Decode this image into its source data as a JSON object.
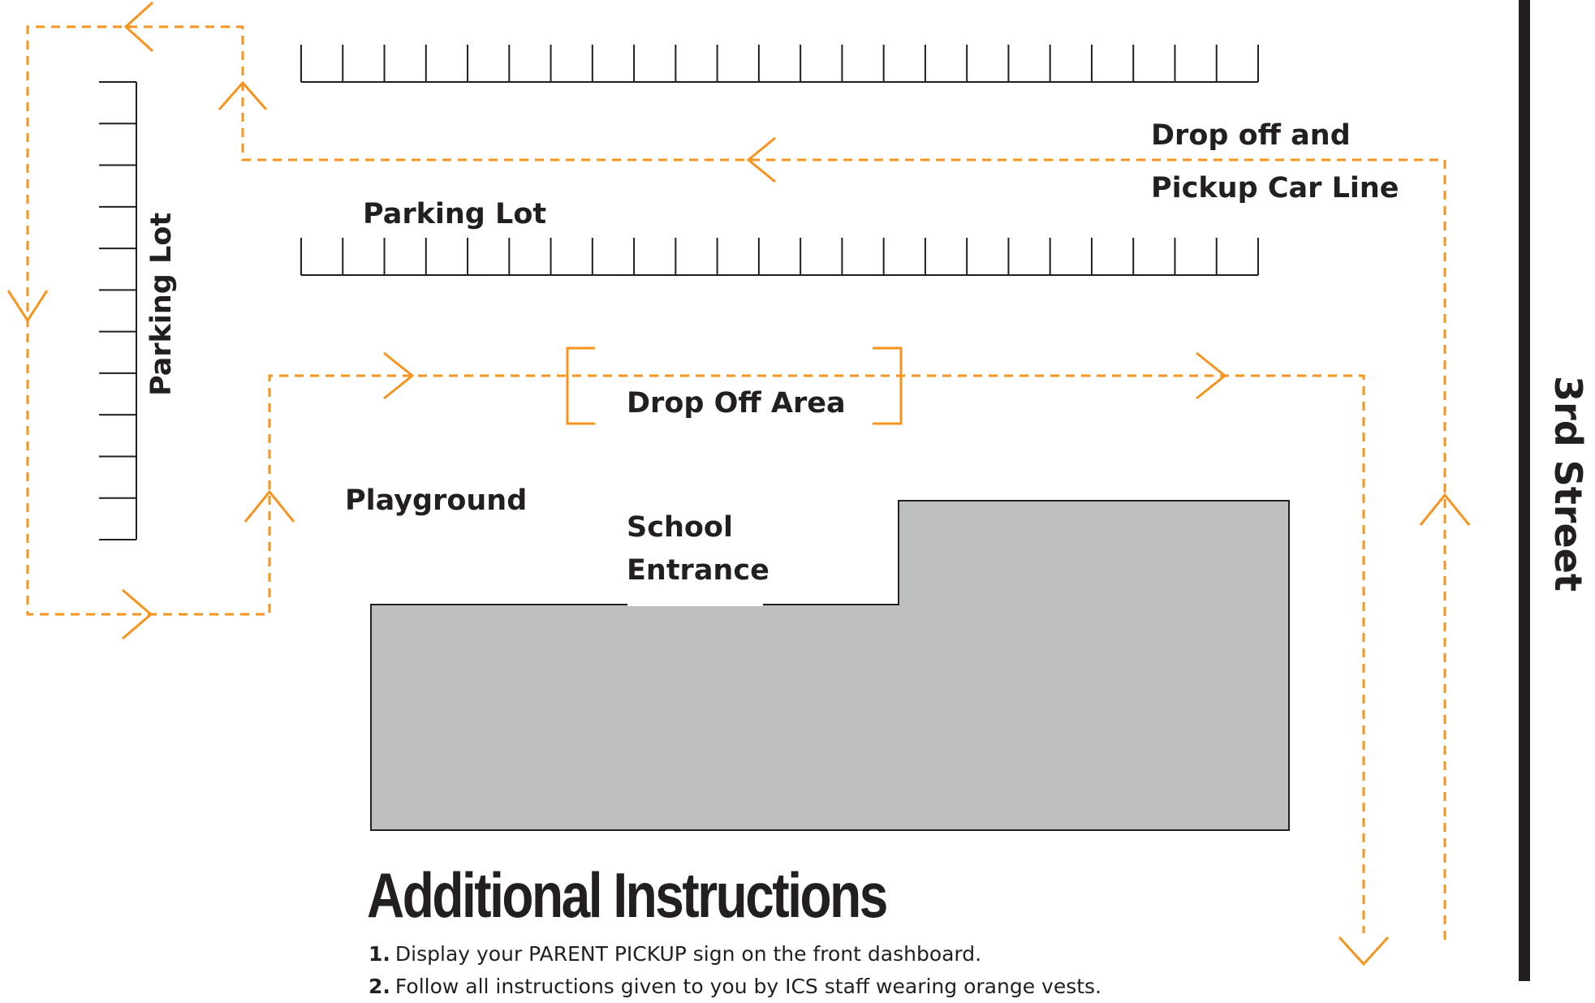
{
  "colors": {
    "route": "#f7941d",
    "building": "#bcbec0",
    "ink": "#231f20"
  },
  "labels": {
    "parking_lot_top": "Parking Lot",
    "parking_lot_left": "Parking Lot",
    "car_line_line1": "Drop off and",
    "car_line_line2": "Pickup Car Line",
    "drop_off_area": "Drop Off Area",
    "playground": "Playground",
    "school_entrance_line1": "School",
    "school_entrance_line2": "Entrance",
    "street": "3rd Street"
  },
  "instructions": {
    "heading": "Additional Instructions",
    "items": [
      {
        "num": "1.",
        "text": "Display your PARENT PICKUP sign on the front dashboard."
      },
      {
        "num": "2.",
        "text": "Follow all instructions given to you by ICS staff wearing orange vests."
      }
    ]
  },
  "icons": {
    "route_arrow": "chevron-arrow"
  }
}
